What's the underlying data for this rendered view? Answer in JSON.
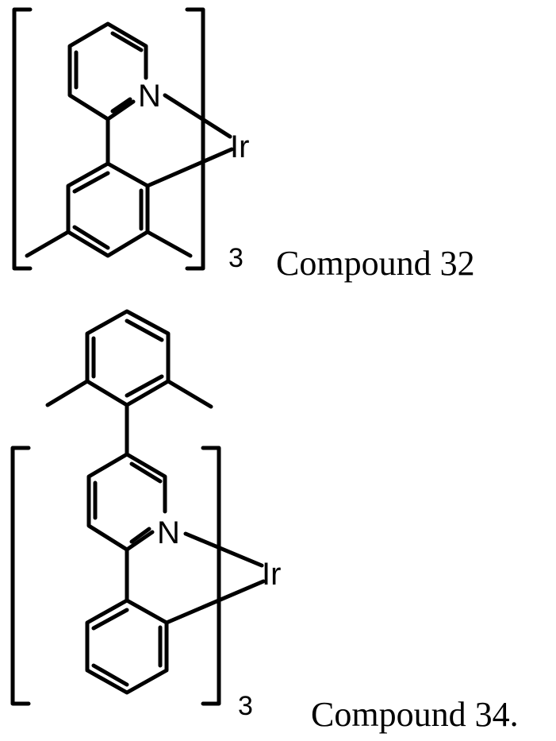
{
  "compounds": [
    {
      "caption": "Compound 32",
      "metal": "Ir",
      "nitrogen": "N",
      "subscript": "3"
    },
    {
      "caption": "Compound 34.",
      "metal": "Ir",
      "nitrogen": "N",
      "subscript": "3"
    }
  ]
}
